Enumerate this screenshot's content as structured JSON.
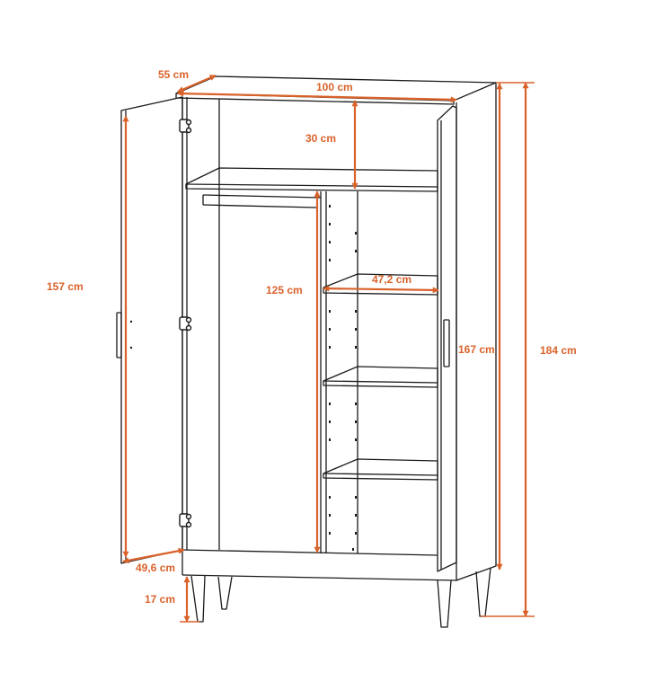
{
  "colors": {
    "dimension": "#d9622b",
    "outline": "#1a1a1a",
    "background": "#ffffff"
  },
  "dimensions": {
    "depth": "55 cm",
    "width": "100 cm",
    "top_compartment": "30 cm",
    "door_height": "157 cm",
    "hanging_height": "125 cm",
    "shelf_width": "47,2 cm",
    "body_height": "167 cm",
    "total_height": "184 cm",
    "door_width": "49,6 cm",
    "leg_height": "17 cm"
  }
}
